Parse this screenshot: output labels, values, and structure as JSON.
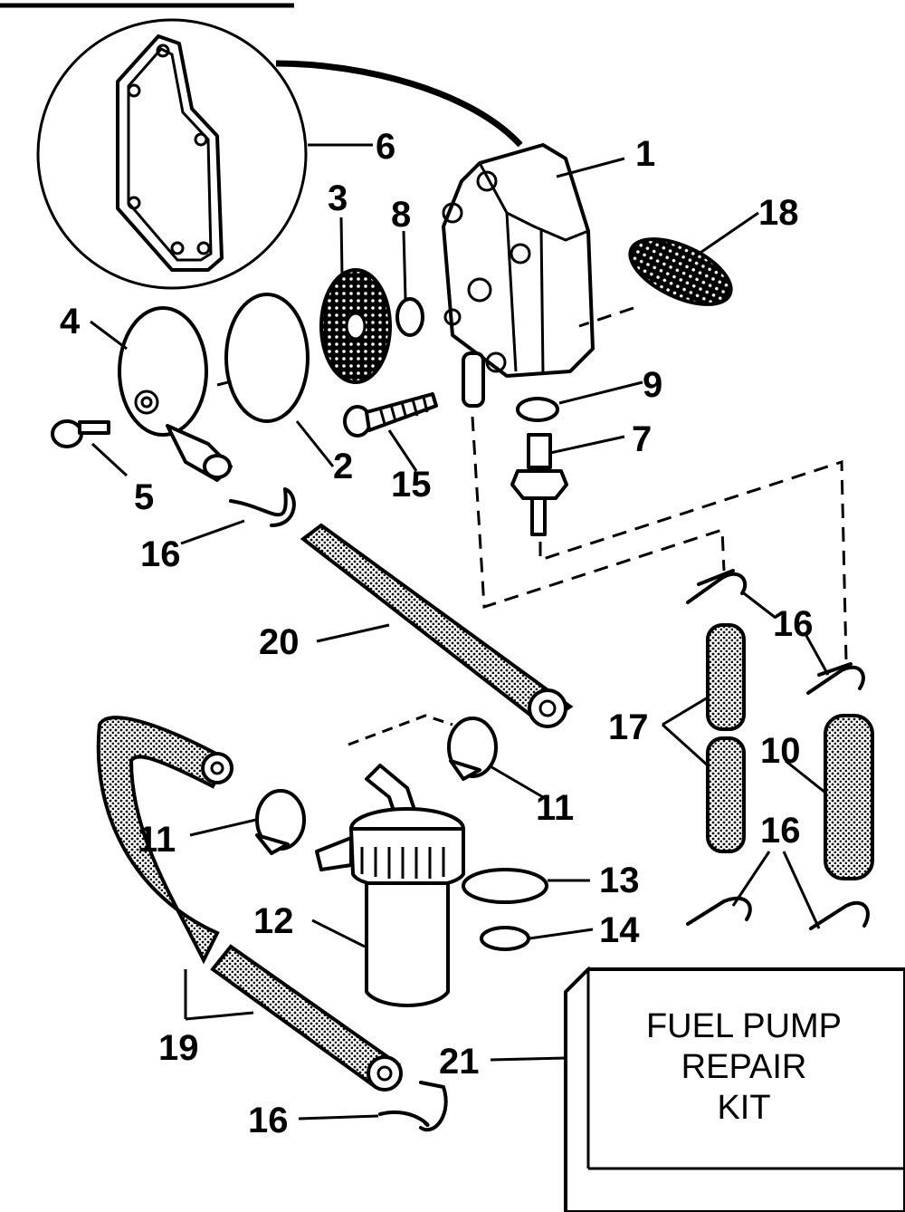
{
  "callouts": [
    {
      "id": "1",
      "label": "1"
    },
    {
      "id": "2",
      "label": "2"
    },
    {
      "id": "3",
      "label": "3"
    },
    {
      "id": "4",
      "label": "4"
    },
    {
      "id": "5",
      "label": "5"
    },
    {
      "id": "6",
      "label": "6"
    },
    {
      "id": "7",
      "label": "7"
    },
    {
      "id": "8",
      "label": "8"
    },
    {
      "id": "9",
      "label": "9"
    },
    {
      "id": "10",
      "label": "10"
    },
    {
      "id": "11a",
      "label": "11"
    },
    {
      "id": "11b",
      "label": "11"
    },
    {
      "id": "12",
      "label": "12"
    },
    {
      "id": "13",
      "label": "13"
    },
    {
      "id": "14",
      "label": "14"
    },
    {
      "id": "15",
      "label": "15"
    },
    {
      "id": "16a",
      "label": "16"
    },
    {
      "id": "16b",
      "label": "16"
    },
    {
      "id": "16c",
      "label": "16"
    },
    {
      "id": "16d",
      "label": "16"
    },
    {
      "id": "17",
      "label": "17"
    },
    {
      "id": "18",
      "label": "18"
    },
    {
      "id": "19",
      "label": "19"
    },
    {
      "id": "20",
      "label": "20"
    },
    {
      "id": "21",
      "label": "21"
    }
  ],
  "kit": {
    "line1": "FUEL PUMP",
    "line2": "REPAIR",
    "line3": "KIT"
  }
}
